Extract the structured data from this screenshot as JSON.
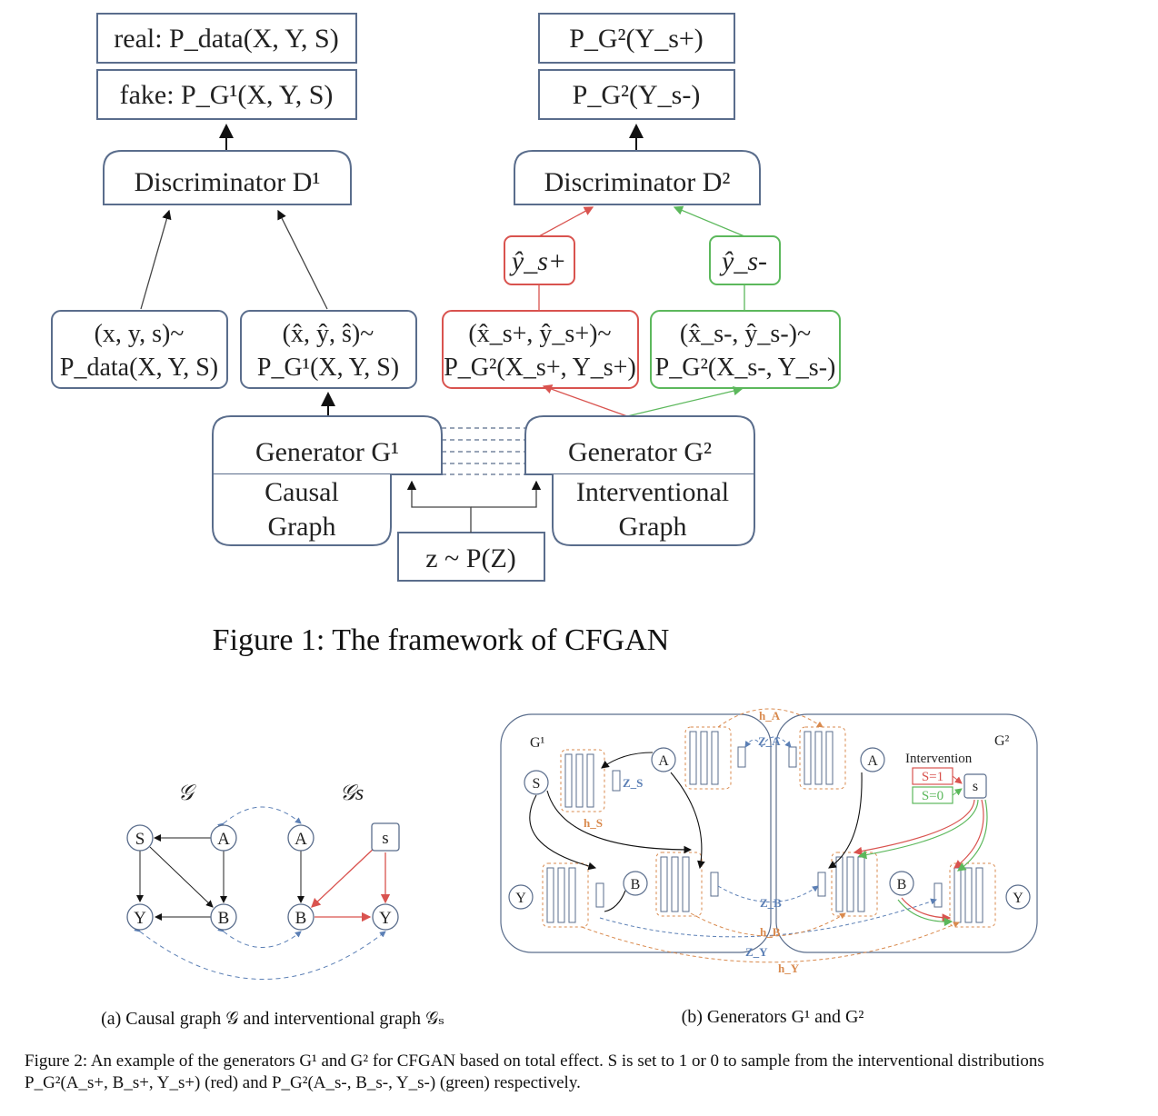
{
  "figure1": {
    "caption": "Figure 1: The framework of CFGAN",
    "real_box": "real: P_data(X, Y, S)",
    "fake_box": "fake: P_G¹(X, Y, S)",
    "pg2_ys_plus": "P_G²(Y_s+)",
    "pg2_ys_minus": "P_G²(Y_s-)",
    "discriminator1": "Discriminator D¹",
    "discriminator2": "Discriminator D²",
    "y_hat_s_plus": "ŷ_s+",
    "y_hat_s_minus": "ŷ_s-",
    "sample_real": [
      "(x, y, s)~",
      "P_data(X, Y, S)"
    ],
    "sample_g1": [
      "(x̂, ŷ, ŝ)~",
      "P_G¹(X, Y, S)"
    ],
    "sample_g2_plus": [
      "(x̂_s+, ŷ_s+)~",
      "P_G²(X_s+, Y_s+)"
    ],
    "sample_g2_minus": [
      "(x̂_s-, ŷ_s-)~",
      "P_G²(X_s-, Y_s-)"
    ],
    "generator1": "Generator G¹",
    "generator1_sub": [
      "Causal",
      "Graph"
    ],
    "generator2": "Generator G²",
    "generator2_sub": [
      "Interventional",
      "Graph"
    ],
    "noise": "z ~ P(Z)"
  },
  "figure2a": {
    "label_g": "𝒢",
    "label_gs": "𝒢s",
    "nodes_left": [
      "S",
      "A",
      "Y",
      "B"
    ],
    "nodes_right": [
      "A",
      "s",
      "B",
      "Y"
    ],
    "caption": "(a) Causal graph 𝒢 and interventional graph 𝒢ₛ"
  },
  "figure2b": {
    "g1_label": "G¹",
    "g2_label": "G²",
    "intervention_label": "Intervention",
    "s1": "S=1",
    "s0": "S=0",
    "nodes": [
      "S",
      "A",
      "Y",
      "B",
      "A",
      "s",
      "B",
      "Y"
    ],
    "z_labels": [
      "Z_S",
      "Z_A",
      "Z_B",
      "Z_Y"
    ],
    "h_labels": [
      "h_S",
      "h_A",
      "h_B",
      "h_Y"
    ],
    "caption": "(b) Generators G¹ and G²"
  },
  "figure2_caption": "Figure 2: An example of the generators G¹ and G² for CFGAN based on total effect. S is set to 1 or 0 to sample from the interventional distributions P_G²(A_s+, B_s+, Y_s+) (red) and P_G²(A_s-, B_s-, Y_s-) (green) respectively.",
  "colors": {
    "red": "#d9534f",
    "green": "#5cb85c",
    "blue": "#5b7fb5",
    "orange": "#d98a4e",
    "border": "#5a6d8c"
  }
}
